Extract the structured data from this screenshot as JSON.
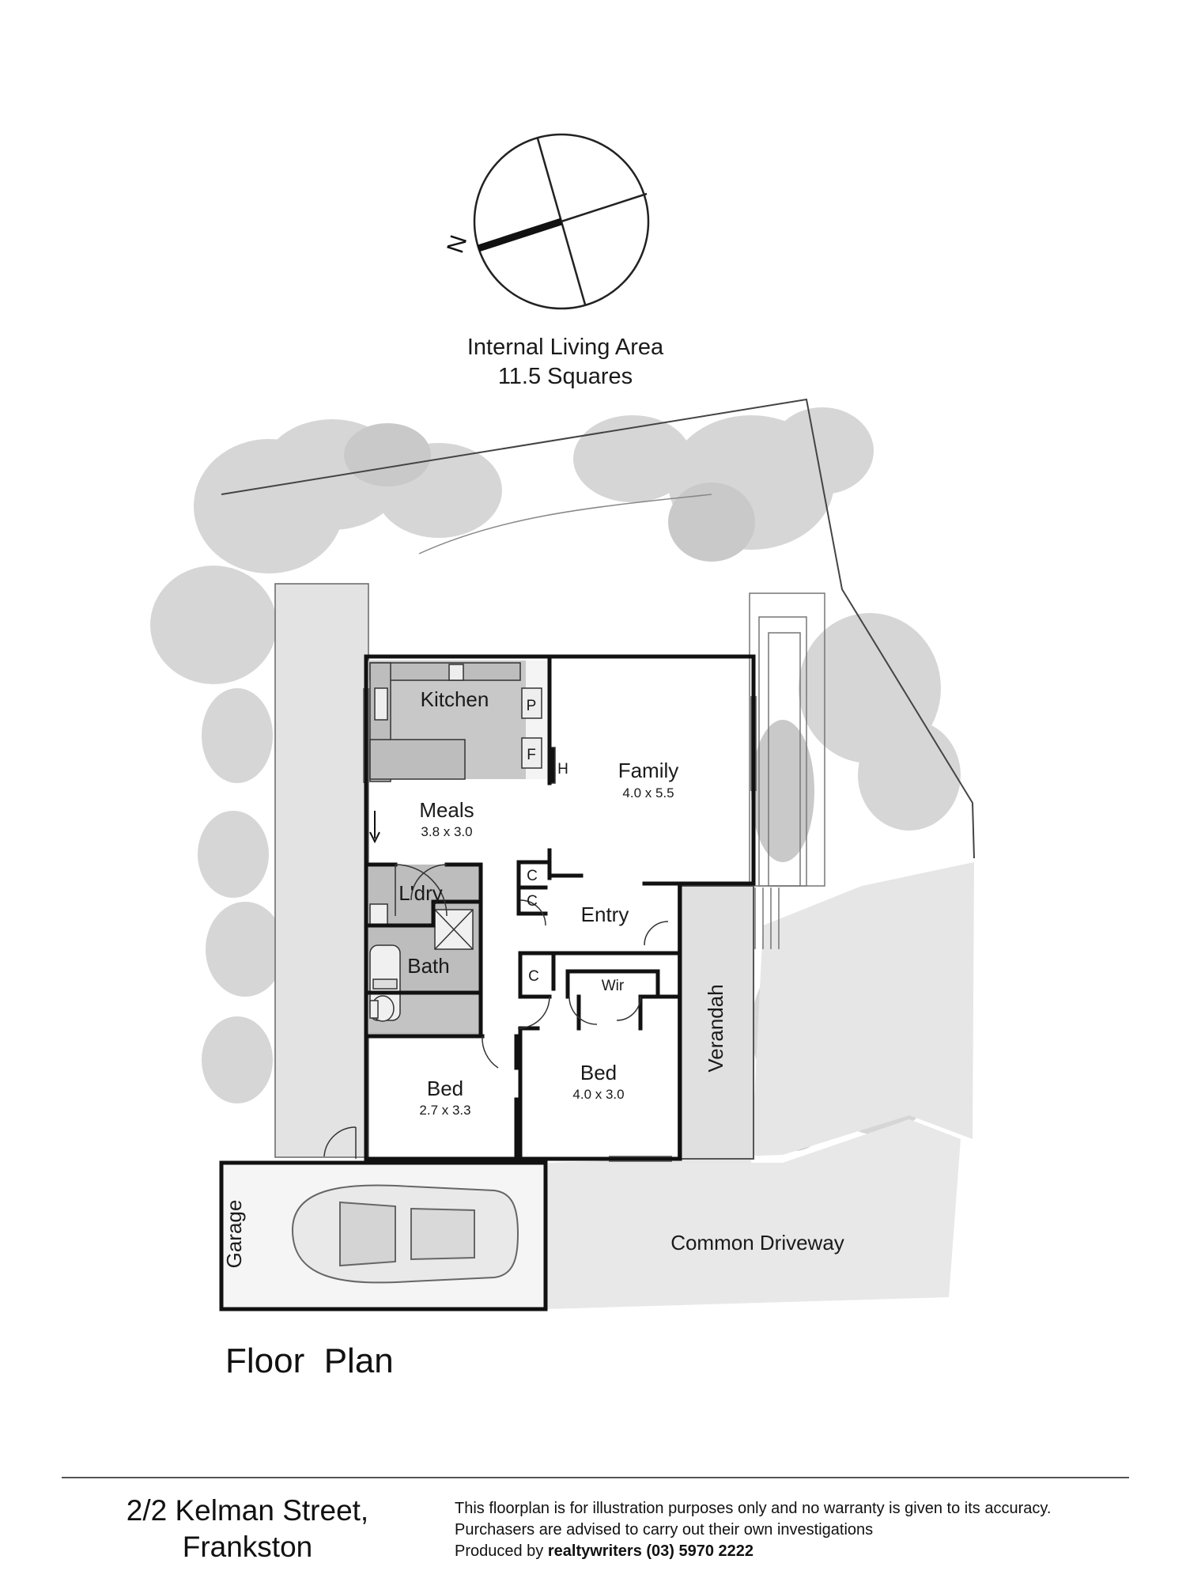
{
  "compass": {
    "north_label": "N"
  },
  "area_info": {
    "line1": "Internal Living Area",
    "line2": "11.5 Squares"
  },
  "rooms": {
    "kitchen": {
      "name": "Kitchen"
    },
    "meals": {
      "name": "Meals",
      "dims": "3.8 x 3.0"
    },
    "family": {
      "name": "Family",
      "dims": "4.0 x 5.5"
    },
    "laundry": {
      "name": "L'dry"
    },
    "bath": {
      "name": "Bath"
    },
    "entry": {
      "name": "Entry"
    },
    "wir": {
      "name": "Wir"
    },
    "bed1": {
      "name": "Bed",
      "dims": "2.7 x 3.3"
    },
    "bed2": {
      "name": "Bed",
      "dims": "4.0 x 3.0"
    },
    "verandah": {
      "name": "Verandah"
    },
    "garage": {
      "name": "Garage"
    },
    "driveway": {
      "name": "Common Driveway"
    }
  },
  "fixtures": {
    "pantry": "P",
    "fridge": "F",
    "heater": "H",
    "cupboard": "C"
  },
  "plan_title": "Floor  Plan",
  "address": {
    "line1": "2/2 Kelman Street,",
    "line2": "Frankston"
  },
  "disclaimer": {
    "line1": "This floorplan is for illustration purposes only and no warranty is given to its accuracy.",
    "line2": "Purchasers are advised to carry out their own investigations",
    "line3_prefix": "Produced by ",
    "line3_company": "realtywriters",
    "line3_phone": " (03) 5970 2222"
  }
}
